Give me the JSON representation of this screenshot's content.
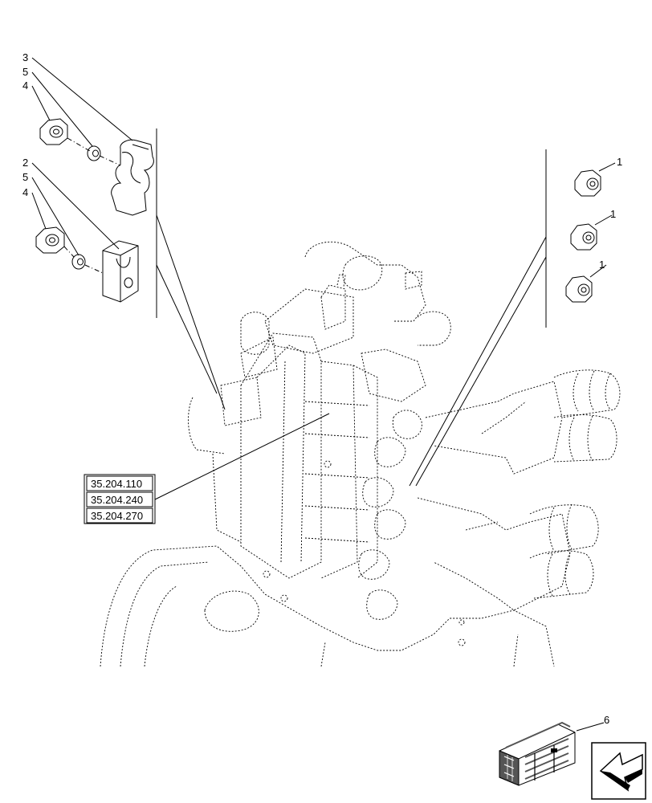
{
  "callouts": {
    "c3": "3",
    "c5a": "5",
    "c4a": "4",
    "c2": "2",
    "c5b": "5",
    "c4b": "4",
    "c1a": "1",
    "c1b": "1",
    "c1c": "1",
    "c6": "6"
  },
  "references": [
    "35.204.110",
    "35.204.240",
    "35.204.270"
  ]
}
